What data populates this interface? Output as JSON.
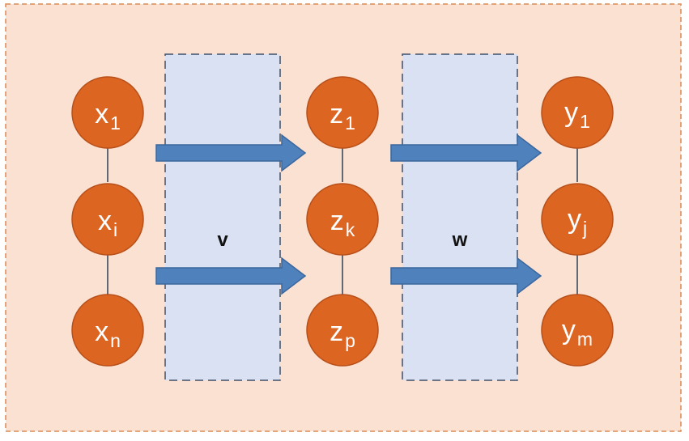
{
  "colors": {
    "background": "#fbe1d2",
    "border": "#d98a55",
    "panel_fill": "#d9e1f2",
    "panel_border": "#3f5168",
    "node_fill": "#dd6522",
    "node_stroke": "#b8501a",
    "arrow_fill": "#4f81bd",
    "arrow_stroke": "#3b679c",
    "link": "#2f3f55"
  },
  "layers": [
    {
      "nodes": [
        {
          "base": "x",
          "sub": "1"
        },
        {
          "base": "x",
          "sub": "i"
        },
        {
          "base": "x",
          "sub": "n"
        }
      ]
    },
    {
      "nodes": [
        {
          "base": "z",
          "sub": "1"
        },
        {
          "base": "z",
          "sub": "k"
        },
        {
          "base": "z",
          "sub": "p"
        }
      ]
    },
    {
      "nodes": [
        {
          "base": "y",
          "sub": "1"
        },
        {
          "base": "y",
          "sub": "j"
        },
        {
          "base": "y",
          "sub": "m"
        }
      ]
    }
  ],
  "weights": [
    {
      "label": "v"
    },
    {
      "label": "w"
    }
  ]
}
